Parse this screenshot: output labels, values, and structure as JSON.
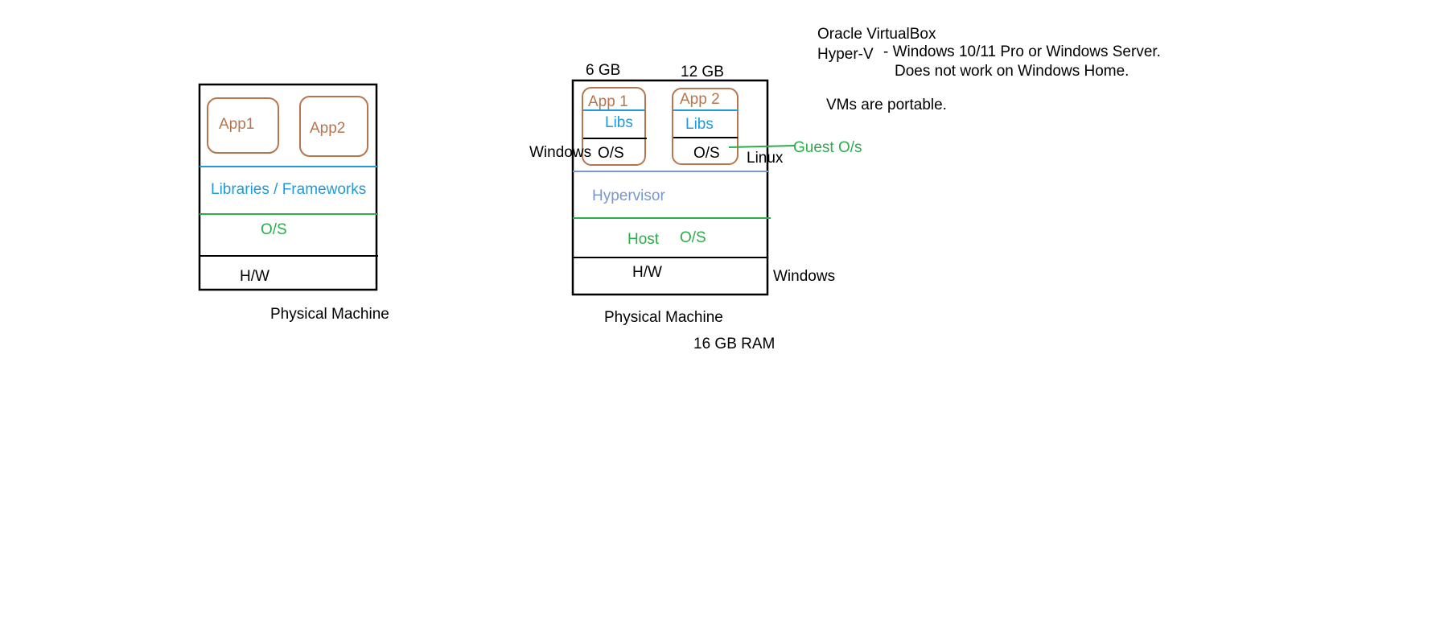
{
  "colors": {
    "black": "#000000",
    "app_brown": "#b5764f",
    "libs_blue": "#1f9bd7",
    "os_green": "#2aad4a",
    "hypervisor_blue": "#7a97c9"
  },
  "left_diagram": {
    "app1": "App1",
    "app2": "App2",
    "libraries": "Libraries / Frameworks",
    "os": "O/S",
    "hw": "H/W",
    "caption": "Physical Machine"
  },
  "right_diagram": {
    "vm1_memory": "6 GB",
    "vm2_memory": "12 GB",
    "vm1_app": "App 1",
    "vm2_app": "App 2",
    "vm1_libs": "Libs",
    "vm2_libs": "Libs",
    "vm1_os": "O/S",
    "vm2_os": "O/S",
    "vm1_os_label": "Windows",
    "vm2_os_label": "Linux",
    "guest_os": "Guest O/s",
    "hypervisor": "Hypervisor",
    "host": "Host",
    "host_os": "O/S",
    "hw": "H/W",
    "host_label": "Windows",
    "caption": "Physical Machine",
    "ram": "16 GB RAM"
  },
  "notes": {
    "virtualbox": "Oracle VirtualBox",
    "hyperv": "Hyper-V",
    "hyperv_req": "- Windows 10/11 Pro or Windows Server.",
    "hyperv_limit": "Does not work on Windows Home.",
    "portable": "VMs are portable."
  }
}
